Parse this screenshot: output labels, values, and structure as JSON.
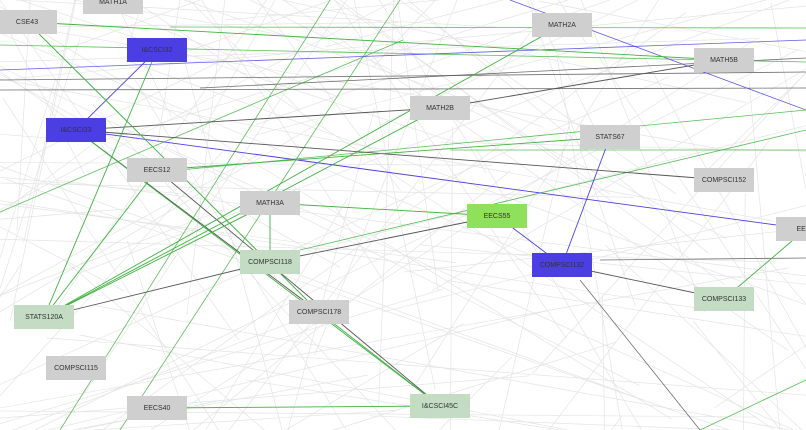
{
  "colors": {
    "default": "#cfcfcf",
    "selected": "#4b3ee3",
    "focus": "#8fe05a",
    "available": "#c4dcc4",
    "edge_green": "#3fb33f",
    "edge_gray": "#555555",
    "edge_blue": "#4b3ee3",
    "edge_faint": "#e4e4e4"
  },
  "nodes": [
    {
      "id": "MATH1A",
      "label": "MATH1A",
      "state": "default"
    },
    {
      "id": "CSE43",
      "label": "CSE43",
      "state": "default"
    },
    {
      "id": "ICSCI32",
      "label": "I&CSCI32",
      "state": "selected"
    },
    {
      "id": "ICSCI33",
      "label": "I&CSCI33",
      "state": "selected"
    },
    {
      "id": "EECS12",
      "label": "EECS12",
      "state": "default"
    },
    {
      "id": "MATH3A",
      "label": "MATH3A",
      "state": "default"
    },
    {
      "id": "MATH2A",
      "label": "MATH2A",
      "state": "default"
    },
    {
      "id": "MATH5B",
      "label": "MATH5B",
      "state": "default"
    },
    {
      "id": "MATH2B",
      "label": "MATH2B",
      "state": "default"
    },
    {
      "id": "STATS67",
      "label": "STATS67",
      "state": "default"
    },
    {
      "id": "COMPSCI152",
      "label": "COMPSCI152",
      "state": "default"
    },
    {
      "id": "EECS55",
      "label": "EECS55",
      "state": "focus"
    },
    {
      "id": "EECSX",
      "label": "EECS",
      "state": "default"
    },
    {
      "id": "COMPSCI132",
      "label": "COMPSCI132",
      "state": "selected"
    },
    {
      "id": "COMPSCI133",
      "label": "COMPSCI133",
      "state": "available"
    },
    {
      "id": "COMPSCI118",
      "label": "COMPSCI118",
      "state": "available"
    },
    {
      "id": "COMPSCI178",
      "label": "COMPSCI178",
      "state": "default"
    },
    {
      "id": "STATS120A",
      "label": "STATS120A",
      "state": "available"
    },
    {
      "id": "COMPSCI115",
      "label": "COMPSCI115",
      "state": "default"
    },
    {
      "id": "EECS40",
      "label": "EECS40",
      "state": "default"
    },
    {
      "id": "ICSCI45C",
      "label": "I&CSCI45C",
      "state": "available"
    }
  ],
  "edges": [
    {
      "from": "ICSCI32",
      "to": "ICSCI33",
      "type": "blue"
    },
    {
      "from": "STATS67",
      "to": "COMPSCI132",
      "type": "blue"
    },
    {
      "from": "EECS55",
      "to": "COMPSCI132",
      "type": "blue"
    },
    {
      "from": "ICSCI33",
      "to": "EECSX",
      "type": "blue"
    },
    {
      "from": "COMPSCI132",
      "to": "COMPSCI133",
      "type": "gray"
    },
    {
      "from": "ICSCI33",
      "to": "COMPSCI178",
      "type": "gray"
    },
    {
      "from": "EECS12",
      "to": "ICSCI45C",
      "type": "gray"
    },
    {
      "from": "STATS120A",
      "to": "COMPSCI118",
      "type": "gray"
    },
    {
      "from": "ICSCI33",
      "to": "MATH2B",
      "type": "gray"
    },
    {
      "from": "ICSCI33",
      "to": "COMPSCI152",
      "type": "gray"
    },
    {
      "from": "MATH2B",
      "to": "MATH5B",
      "type": "gray"
    },
    {
      "from": "COMPSCI118",
      "to": "EECS55",
      "type": "gray"
    },
    {
      "from": "CSE43",
      "to": "MATH5B",
      "type": "green"
    },
    {
      "from": "CSE43",
      "to": "COMPSCI178",
      "type": "green"
    },
    {
      "from": "EECS40",
      "to": "ICSCI45C",
      "type": "green"
    },
    {
      "from": "STATS120A",
      "to": "MATH2A",
      "type": "green"
    },
    {
      "from": "STATS120A",
      "to": "MATH2B",
      "type": "green"
    },
    {
      "from": "STATS120A",
      "to": "EECS12",
      "type": "green"
    },
    {
      "from": "STATS120A",
      "to": "ICSCI32",
      "type": "green"
    },
    {
      "from": "STATS120A",
      "to": "MATH3A",
      "type": "green"
    },
    {
      "from": "MATH3A",
      "to": "COMPSCI118",
      "type": "green"
    },
    {
      "from": "ICSCI33",
      "to": "ICSCI45C",
      "type": "green"
    },
    {
      "from": "EECS12",
      "to": "STATS67",
      "type": "green"
    },
    {
      "from": "COMPSCI133",
      "to": "EECSX",
      "type": "green"
    },
    {
      "from": "COMPSCI178",
      "to": "ICSCI45C",
      "type": "green"
    },
    {
      "from": "MATH3A",
      "to": "EECS55",
      "type": "green"
    }
  ]
}
